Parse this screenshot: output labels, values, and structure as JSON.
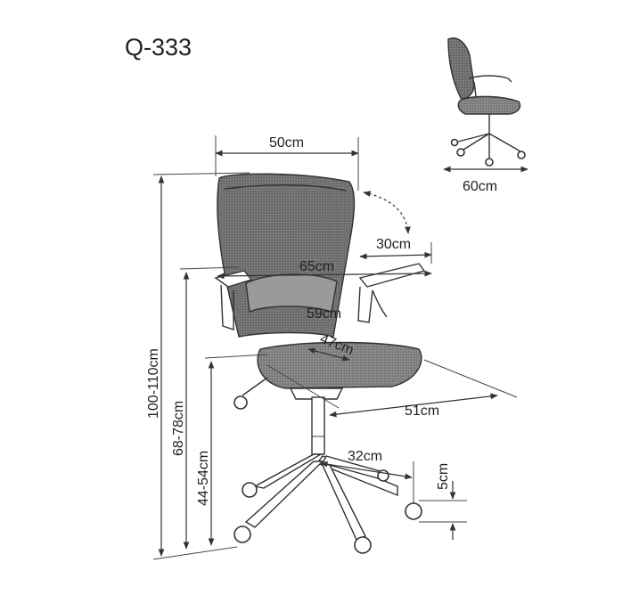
{
  "title": "Q-333",
  "colors": {
    "ink": "#222222",
    "mesh": "#555555",
    "background": "#ffffff"
  },
  "dimensions": {
    "width_back": "50cm",
    "width_base_thumb": "60cm",
    "armrest_flip": "30cm",
    "arm_span": "65cm",
    "backrest_height": "59cm",
    "seat_depth": "47cm",
    "seat_width": "51cm",
    "total_height": "100-110cm",
    "armrest_height": "68-78cm",
    "seat_height": "44-54cm",
    "base_radius": "32cm",
    "caster_height": "5cm"
  }
}
